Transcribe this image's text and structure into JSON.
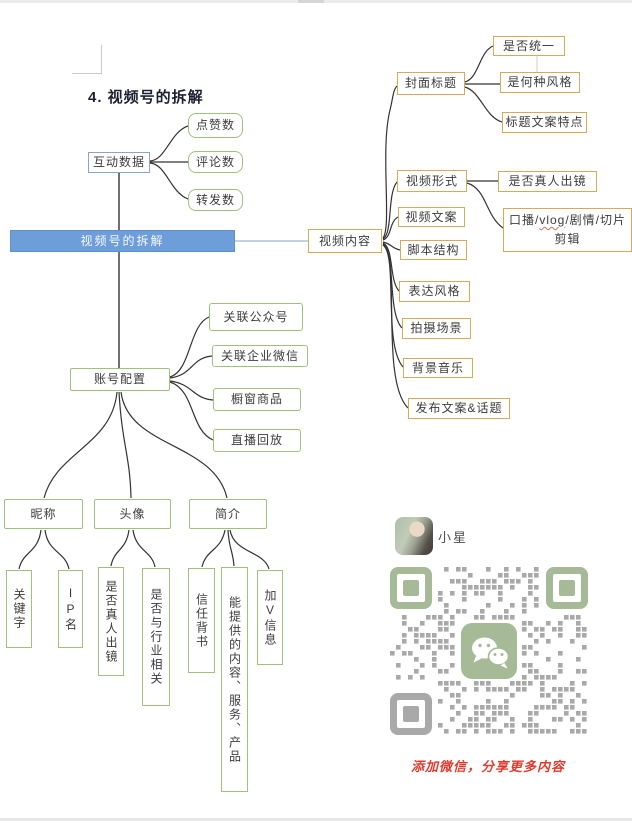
{
  "document": {
    "heading": "4. 视频号的拆解"
  },
  "nodes": {
    "root": "视频号的拆解",
    "interaction": {
      "label": "互动数据",
      "children": {
        "likes": "点赞数",
        "comments": "评论数",
        "shares": "转发数"
      }
    },
    "content": {
      "label": "视频内容",
      "children": {
        "cover_title": {
          "label": "封面标题",
          "children": {
            "uniform": "是否统一",
            "style_kind": "是何种风格",
            "title_traits": "标题文案特点"
          }
        },
        "video_format": {
          "label": "视频形式",
          "children": {
            "real_person": "是否真人出镜",
            "format_types": {
              "pre": "口播/",
              "vlog": "vlog",
              "post": "/剧情/切片剪辑"
            }
          }
        },
        "video_copy": "视频文案",
        "script_structure": "脚本结构",
        "expression_style": "表达风格",
        "shooting_scene": "拍摄场景",
        "bgm": "背景音乐",
        "publish_copy": "发布文案&话题"
      }
    },
    "account": {
      "label": "账号配置",
      "children": {
        "official_account": "关联公众号",
        "wecom": "关联企业微信",
        "shop_window": "橱窗商品",
        "live_replay": "直播回放",
        "nickname": {
          "label": "昵称",
          "children": {
            "keyword": "关键字",
            "ip_name": "IP名"
          }
        },
        "avatar": {
          "label": "头像",
          "children": {
            "real_person": "是否真人出镜",
            "industry_related": "是否与行业相关"
          }
        },
        "intro": {
          "label": "简介",
          "children": {
            "trust": "信任背书",
            "offerings": "能提供的内容、服务、产品",
            "v_info": "加V信息"
          }
        }
      }
    }
  },
  "contact": {
    "name": "小星",
    "promo": "添加微信，分享更多内容"
  },
  "colors": {
    "root_fill": "#6d9eda",
    "root_border": "#5e90cf",
    "green_border": "#9cc27c",
    "tan_border": "#d6ab57",
    "blue_border": "#8aa6c1",
    "connector": "#333333",
    "link_blue": "#9db7d6",
    "qr_green": "#a7ba97",
    "qr_gray": "#a9a9a9",
    "promo_red": "#e23b2e",
    "wavy_red": "#e06a5e"
  }
}
